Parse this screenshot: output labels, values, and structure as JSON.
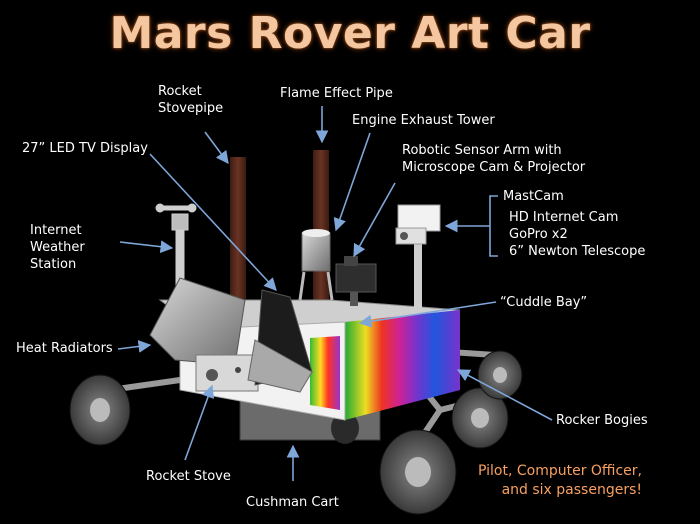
{
  "title": "Mars Rover Art Car",
  "labels": {
    "rocket_stovepipe": [
      "Rocket",
      "Stovepipe"
    ],
    "flame_effect_pipe": "Flame Effect Pipe",
    "engine_exhaust_tower": "Engine Exhaust Tower",
    "led_tv_display": "27” LED TV Display",
    "robotic_sensor_arm": [
      "Robotic Sensor Arm with",
      "Microscope Cam & Projector"
    ],
    "mastcam": "MastCam",
    "mastcam_items": [
      "HD Internet Cam",
      "GoPro x2",
      "6” Newton Telescope"
    ],
    "internet_weather_station": [
      "Internet",
      "Weather",
      "Station"
    ],
    "cuddle_bay": "“Cuddle Bay”",
    "heat_radiators": "Heat Radiators",
    "rocker_bogies": "Rocker Bogies",
    "rocket_stove": "Rocket Stove",
    "cushman_cart": "Cushman Cart"
  },
  "crew_note": [
    "Pilot, Computer Officer,",
    "and six passengers!"
  ],
  "colors": {
    "title": "#f5c7a0",
    "arrow": "#7ea6d8",
    "note": "#f7a060",
    "body": "#f2f2f2",
    "pipe": "#5a2a1c"
  }
}
